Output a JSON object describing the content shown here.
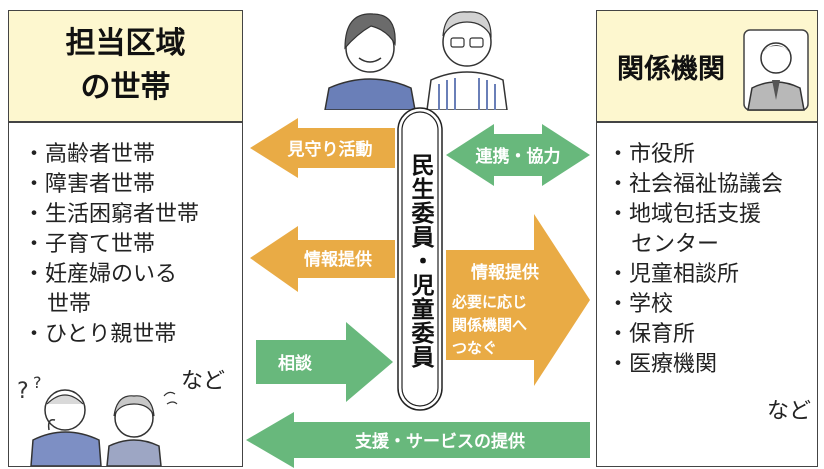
{
  "left_header": {
    "line1": "担当区域",
    "line2": "の世帯"
  },
  "right_header": "関係機関",
  "left_items": [
    "・高齢者世帯",
    "・障害者世帯",
    "・生活困窮者世帯",
    "・子育て世帯",
    "・妊産婦のいる",
    "世帯",
    "・ひとり親世帯"
  ],
  "left_nado": "など",
  "right_items": [
    "・市役所",
    "・社会福祉協議会",
    "・地域包括支援",
    "センター",
    "・児童相談所",
    "・学校",
    "・保育所",
    "・医療機関"
  ],
  "right_nado": "など",
  "center_label": "民生委員・児童委員",
  "arrows": {
    "mimamori": "見守り活動",
    "renkei": "連携・協力",
    "joho_left": "情報提供",
    "joho_right_title": "情報提供",
    "joho_right_lines": [
      "必要に応じ",
      "関係機関へ",
      "つなぐ"
    ],
    "sodan": "相談",
    "shien": "支援・サービスの提供"
  },
  "colors": {
    "orange": "#e9ab45",
    "green": "#68b87c",
    "header_bg": "#fdf7cf"
  }
}
